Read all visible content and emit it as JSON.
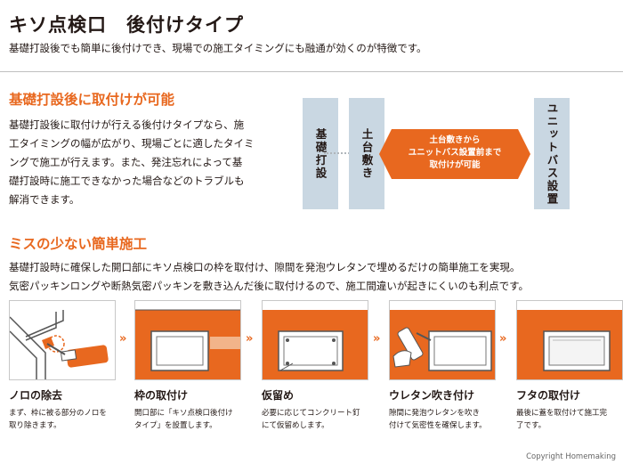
{
  "header": {
    "title": "キソ点検口　後付けタイプ",
    "subtitle": "基礎打設後でも簡単に後付けでき、現場での施工タイミングにも融通が効くのが特徴です。"
  },
  "section1": {
    "heading": "基礎打設後に取付けが可能",
    "lines": [
      "基礎打設後に取付けが行える後付けタイプなら、施",
      "工タイミングの幅が広がり、現場ごとに適したタイミ",
      "ングで施工が行えます。また、発注忘れによって基",
      "礎打設時に施工できなかった場合などのトラブルも",
      "解消できます。"
    ],
    "diagram": {
      "box_a": "基礎打設",
      "box_b": "土台敷き",
      "box_c": "ユニットバス設置",
      "arrow_lines": [
        "土台敷きから",
        "ユニットバス設置前まで",
        "取付けが可能"
      ]
    }
  },
  "section2": {
    "heading": "ミスの少ない簡単施工",
    "lines": [
      "基礎打設時に確保した開口部にキソ点検口の枠を取付け、隙間を発泡ウレタンで埋めるだけの簡単施工を実現。",
      "気密パッキンロングや断熱気密パッキンを敷き込んだ後に取付けるので、施工間違いが起きにくいのも利点です。"
    ]
  },
  "steps": [
    {
      "label": "ノロの除去",
      "desc": [
        "まず、枠に被る部分のノロを",
        "取り除きます。"
      ]
    },
    {
      "label": "枠の取付け",
      "desc": [
        "開口部に「キソ点検口後付け",
        "タイプ」を設置します。"
      ]
    },
    {
      "label": "仮留め",
      "desc": [
        "必要に応じてコンクリート釘",
        "にて仮留めします。"
      ]
    },
    {
      "label": "ウレタン吹き付け",
      "desc": [
        "隙間に発泡ウレタンを吹き",
        "付けて気密性を確保します。"
      ]
    },
    {
      "label": "フタの取付け",
      "desc": [
        "最後に蓋を取付けて施工完",
        "了です。"
      ]
    }
  ],
  "step_arrow": "»",
  "copyright": "Copyright  Homemaking",
  "colors": {
    "accent": "#e8681f",
    "diagram_box": "#c9d7e2",
    "text": "#231815"
  }
}
